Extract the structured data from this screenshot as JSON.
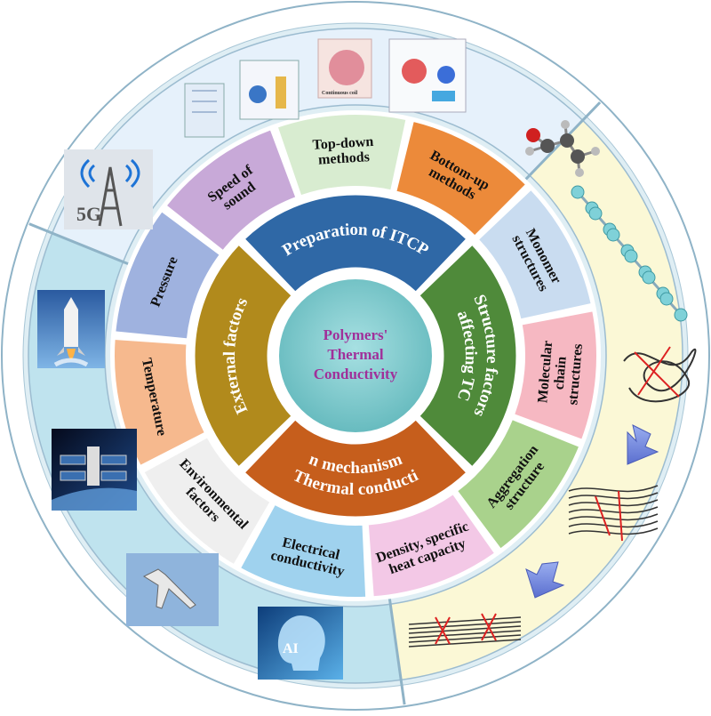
{
  "center": {
    "lines": [
      "Polymers'",
      "Thermal",
      "Conductivity"
    ],
    "fill": "#7ec9cc",
    "text_color": "#a0309a"
  },
  "mid_ring": [
    {
      "id": "preparation",
      "label": "Preparation of ITCP",
      "color": "#2f68a6"
    },
    {
      "id": "structure",
      "label": "Structure factors affecting TC",
      "color": "#4f8a3a"
    },
    {
      "id": "mechanism",
      "label": "Thermal conduction mechanism",
      "color": "#c65e1c"
    },
    {
      "id": "external",
      "label": "External factors",
      "color": "#b18a1c"
    }
  ],
  "outer_ring": [
    {
      "id": "bottom-up",
      "lines": [
        "Bottom-up",
        "methods"
      ],
      "color": "#ec8a3a"
    },
    {
      "id": "monomer",
      "lines": [
        "Monomer",
        "structures"
      ],
      "color": "#c9dcf0"
    },
    {
      "id": "molecular-chain",
      "lines": [
        "Molecular",
        "chain",
        "structures"
      ],
      "color": "#f6b8c2"
    },
    {
      "id": "aggregation",
      "lines": [
        "Aggregation",
        "structure"
      ],
      "color": "#a9d28c"
    },
    {
      "id": "density",
      "lines": [
        "Density, specific",
        "heat capacity"
      ],
      "color": "#f3c8e6"
    },
    {
      "id": "electrical",
      "lines": [
        "Electrical",
        "conductivity"
      ],
      "color": "#9fd2ee"
    },
    {
      "id": "environmental",
      "lines": [
        "Environmental",
        "factors"
      ],
      "color": "#efefef"
    },
    {
      "id": "temperature",
      "lines": [
        "Temperature"
      ],
      "color": "#f6b98e"
    },
    {
      "id": "pressure",
      "lines": [
        "Pressure"
      ],
      "color": "#9fb2df"
    },
    {
      "id": "speed-of-sound",
      "lines": [
        "Speed of",
        "sound"
      ],
      "color": "#c8a9d8"
    },
    {
      "id": "top-down",
      "lines": [
        "Top-down",
        "methods"
      ],
      "color": "#d8ecd0"
    }
  ],
  "band": {
    "application_color": "#bfe3ee",
    "preparation_color": "#e6f1fb",
    "structure_color": "#fbf8d6"
  },
  "icons": [
    {
      "id": "5g-tower",
      "name": "5g-tower-icon",
      "label": "5G"
    },
    {
      "id": "rocket",
      "name": "rocket-launch-icon"
    },
    {
      "id": "space-station",
      "name": "space-station-icon"
    },
    {
      "id": "jet",
      "name": "fighter-jet-icon"
    },
    {
      "id": "ai",
      "name": "ai-head-icon",
      "label": "AI"
    },
    {
      "id": "prep-figures",
      "name": "preparation-schematic-icon",
      "label": "Continuous coil"
    },
    {
      "id": "monomer-molecule",
      "name": "monomer-molecule-icon"
    },
    {
      "id": "chain-molecule",
      "name": "polymer-chain-molecule-icon"
    },
    {
      "id": "amorphous",
      "name": "amorphous-chain-icon"
    },
    {
      "id": "partly-aligned",
      "name": "partially-aligned-chain-icon"
    },
    {
      "id": "aligned",
      "name": "aligned-chain-icon"
    },
    {
      "id": "arrow-1",
      "name": "down-arrow-icon"
    },
    {
      "id": "arrow-2",
      "name": "down-arrow-icon"
    }
  ]
}
